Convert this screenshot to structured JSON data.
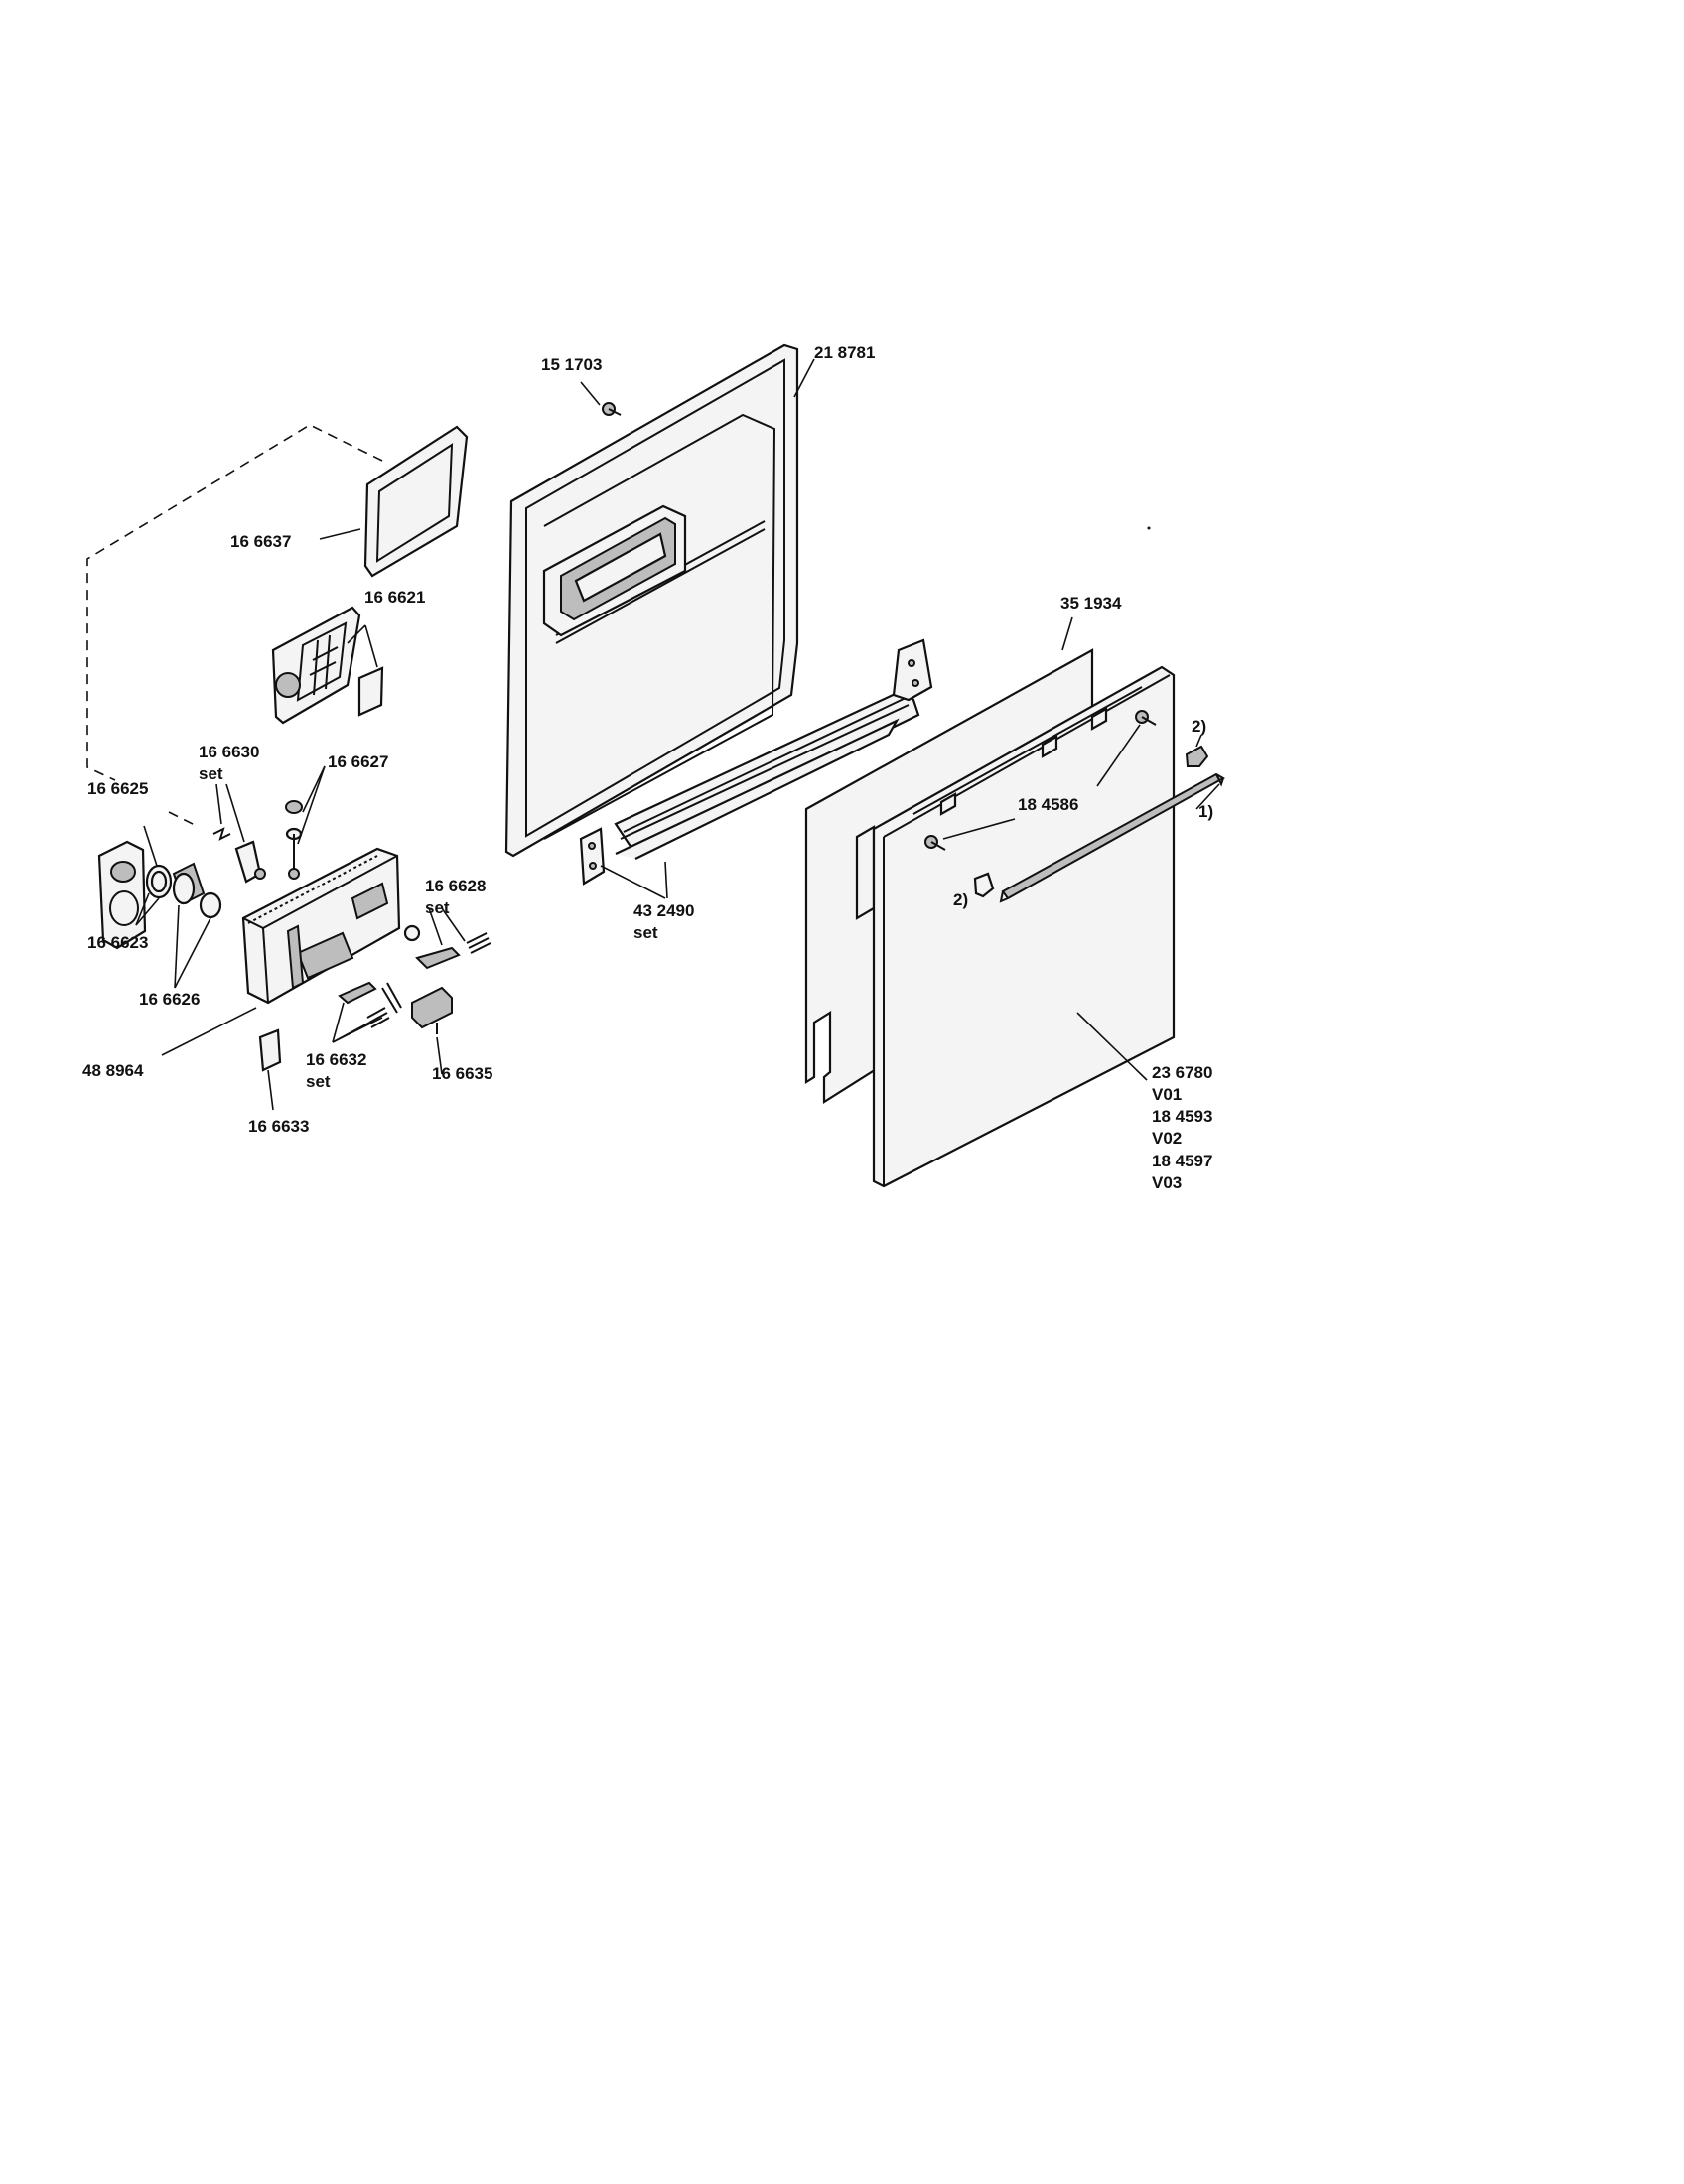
{
  "labels": {
    "p151703": "15 1703",
    "p218781": "21 8781",
    "p166637": "16 6637",
    "p166621": "16 6621",
    "p351934": "35 1934",
    "p166630": "16 6630",
    "p166630_set": "set",
    "p166627": "16 6627",
    "p166625": "16 6625",
    "p184586": "18 4586",
    "note2_top": "2)",
    "note1": "1)",
    "note2_bottom": "2)",
    "p166628": "16 6628",
    "p166628_set": "set",
    "p432490": "43 2490",
    "p432490_set": "set",
    "p166623": "16 6623",
    "p166626": "16 6626",
    "p488964": "48 8964",
    "p166632": "16 6632",
    "p166632_set": "set",
    "p166635": "16 6635",
    "p166633": "16 6633",
    "p236780": "23 6780",
    "v01": "V01",
    "p184593": "18 4593",
    "v02": "V02",
    "p184597": "18 4597",
    "v03": "V03"
  }
}
